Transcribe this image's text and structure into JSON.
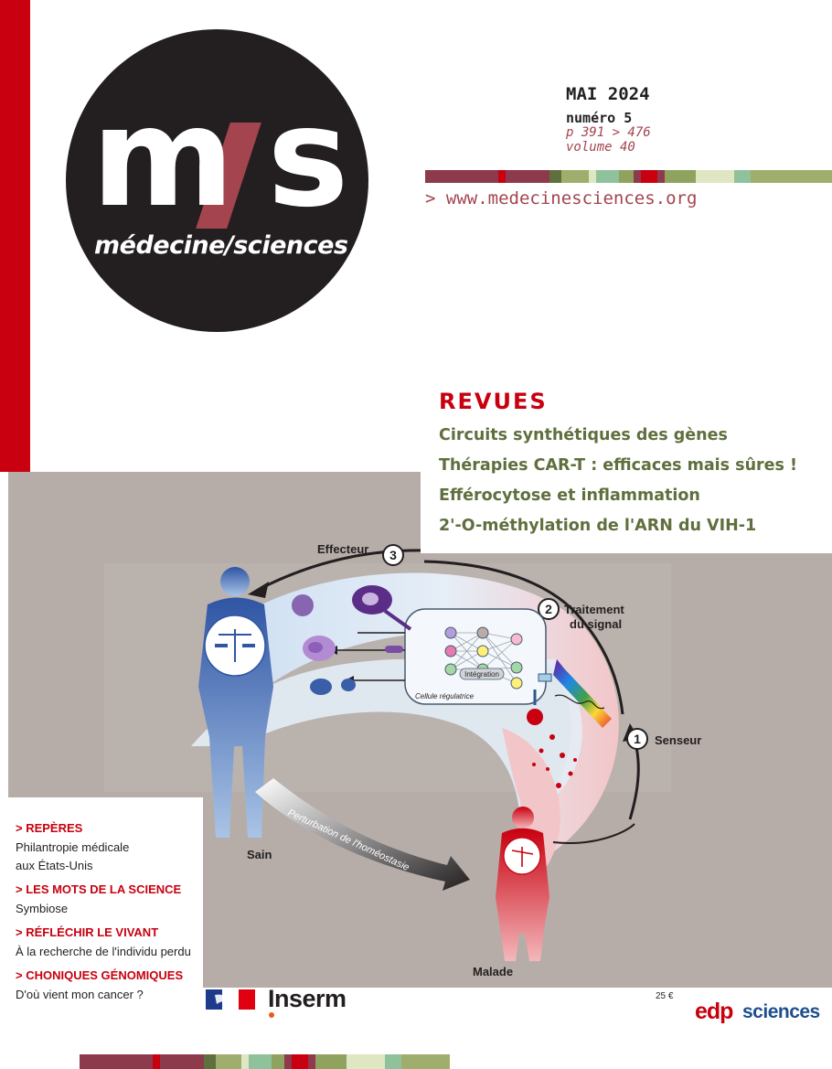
{
  "masthead": {
    "logo_letters": "m/s",
    "logo_tagline": "médecine/sciences"
  },
  "issue": {
    "month": "MAI 2024",
    "number": "numéro 5",
    "pages": "p 391 > 476",
    "volume": "volume 40"
  },
  "website": "> www.medecinesciences.org",
  "revues": {
    "title": "REVUES",
    "items": [
      "Circuits synthétiques des gènes",
      "Thérapies CAR-T : efficaces mais sûres !",
      "Efférocytose et inflammation",
      "2'-O-méthylation de l'ARN du VIH-1"
    ]
  },
  "figure": {
    "step1": "1",
    "step1_label": "Senseur",
    "step2": "2",
    "step2_label_1": "Traitement",
    "step2_label_2": "du signal",
    "step3": "3",
    "step3_label": "Effecteur",
    "integration_label": "Intégration",
    "cell_label": "Cellule régulatrice",
    "healthy_label": "Sain",
    "sick_label": "Malade",
    "arrow_label": "Perturbation de l'homéostasie"
  },
  "sidebar": {
    "sections": [
      {
        "heading": "> REPÈRES",
        "lines": [
          "Philantropie médicale",
          "aux États-Unis"
        ]
      },
      {
        "heading": "> LES MOTS DE LA SCIENCE",
        "lines": [
          "Symbiose"
        ]
      },
      {
        "heading": "> RÉFLÉCHIR LE VIVANT",
        "lines": [
          "À la recherche de l'individu perdu"
        ]
      },
      {
        "heading": "> CHONIQUES GÉNOMIQUES",
        "lines": [
          "D'où vient mon cancer ?"
        ]
      }
    ]
  },
  "footer": {
    "inserm": "Inserm",
    "price": "25 €",
    "publisher_edp": "edp",
    "publisher_sciences": "sciences"
  },
  "colors": {
    "brand_red": "#c8000f",
    "brand_burgundy": "#a3444f",
    "olive": "#5f6f3d",
    "logo_black": "#231f20"
  }
}
